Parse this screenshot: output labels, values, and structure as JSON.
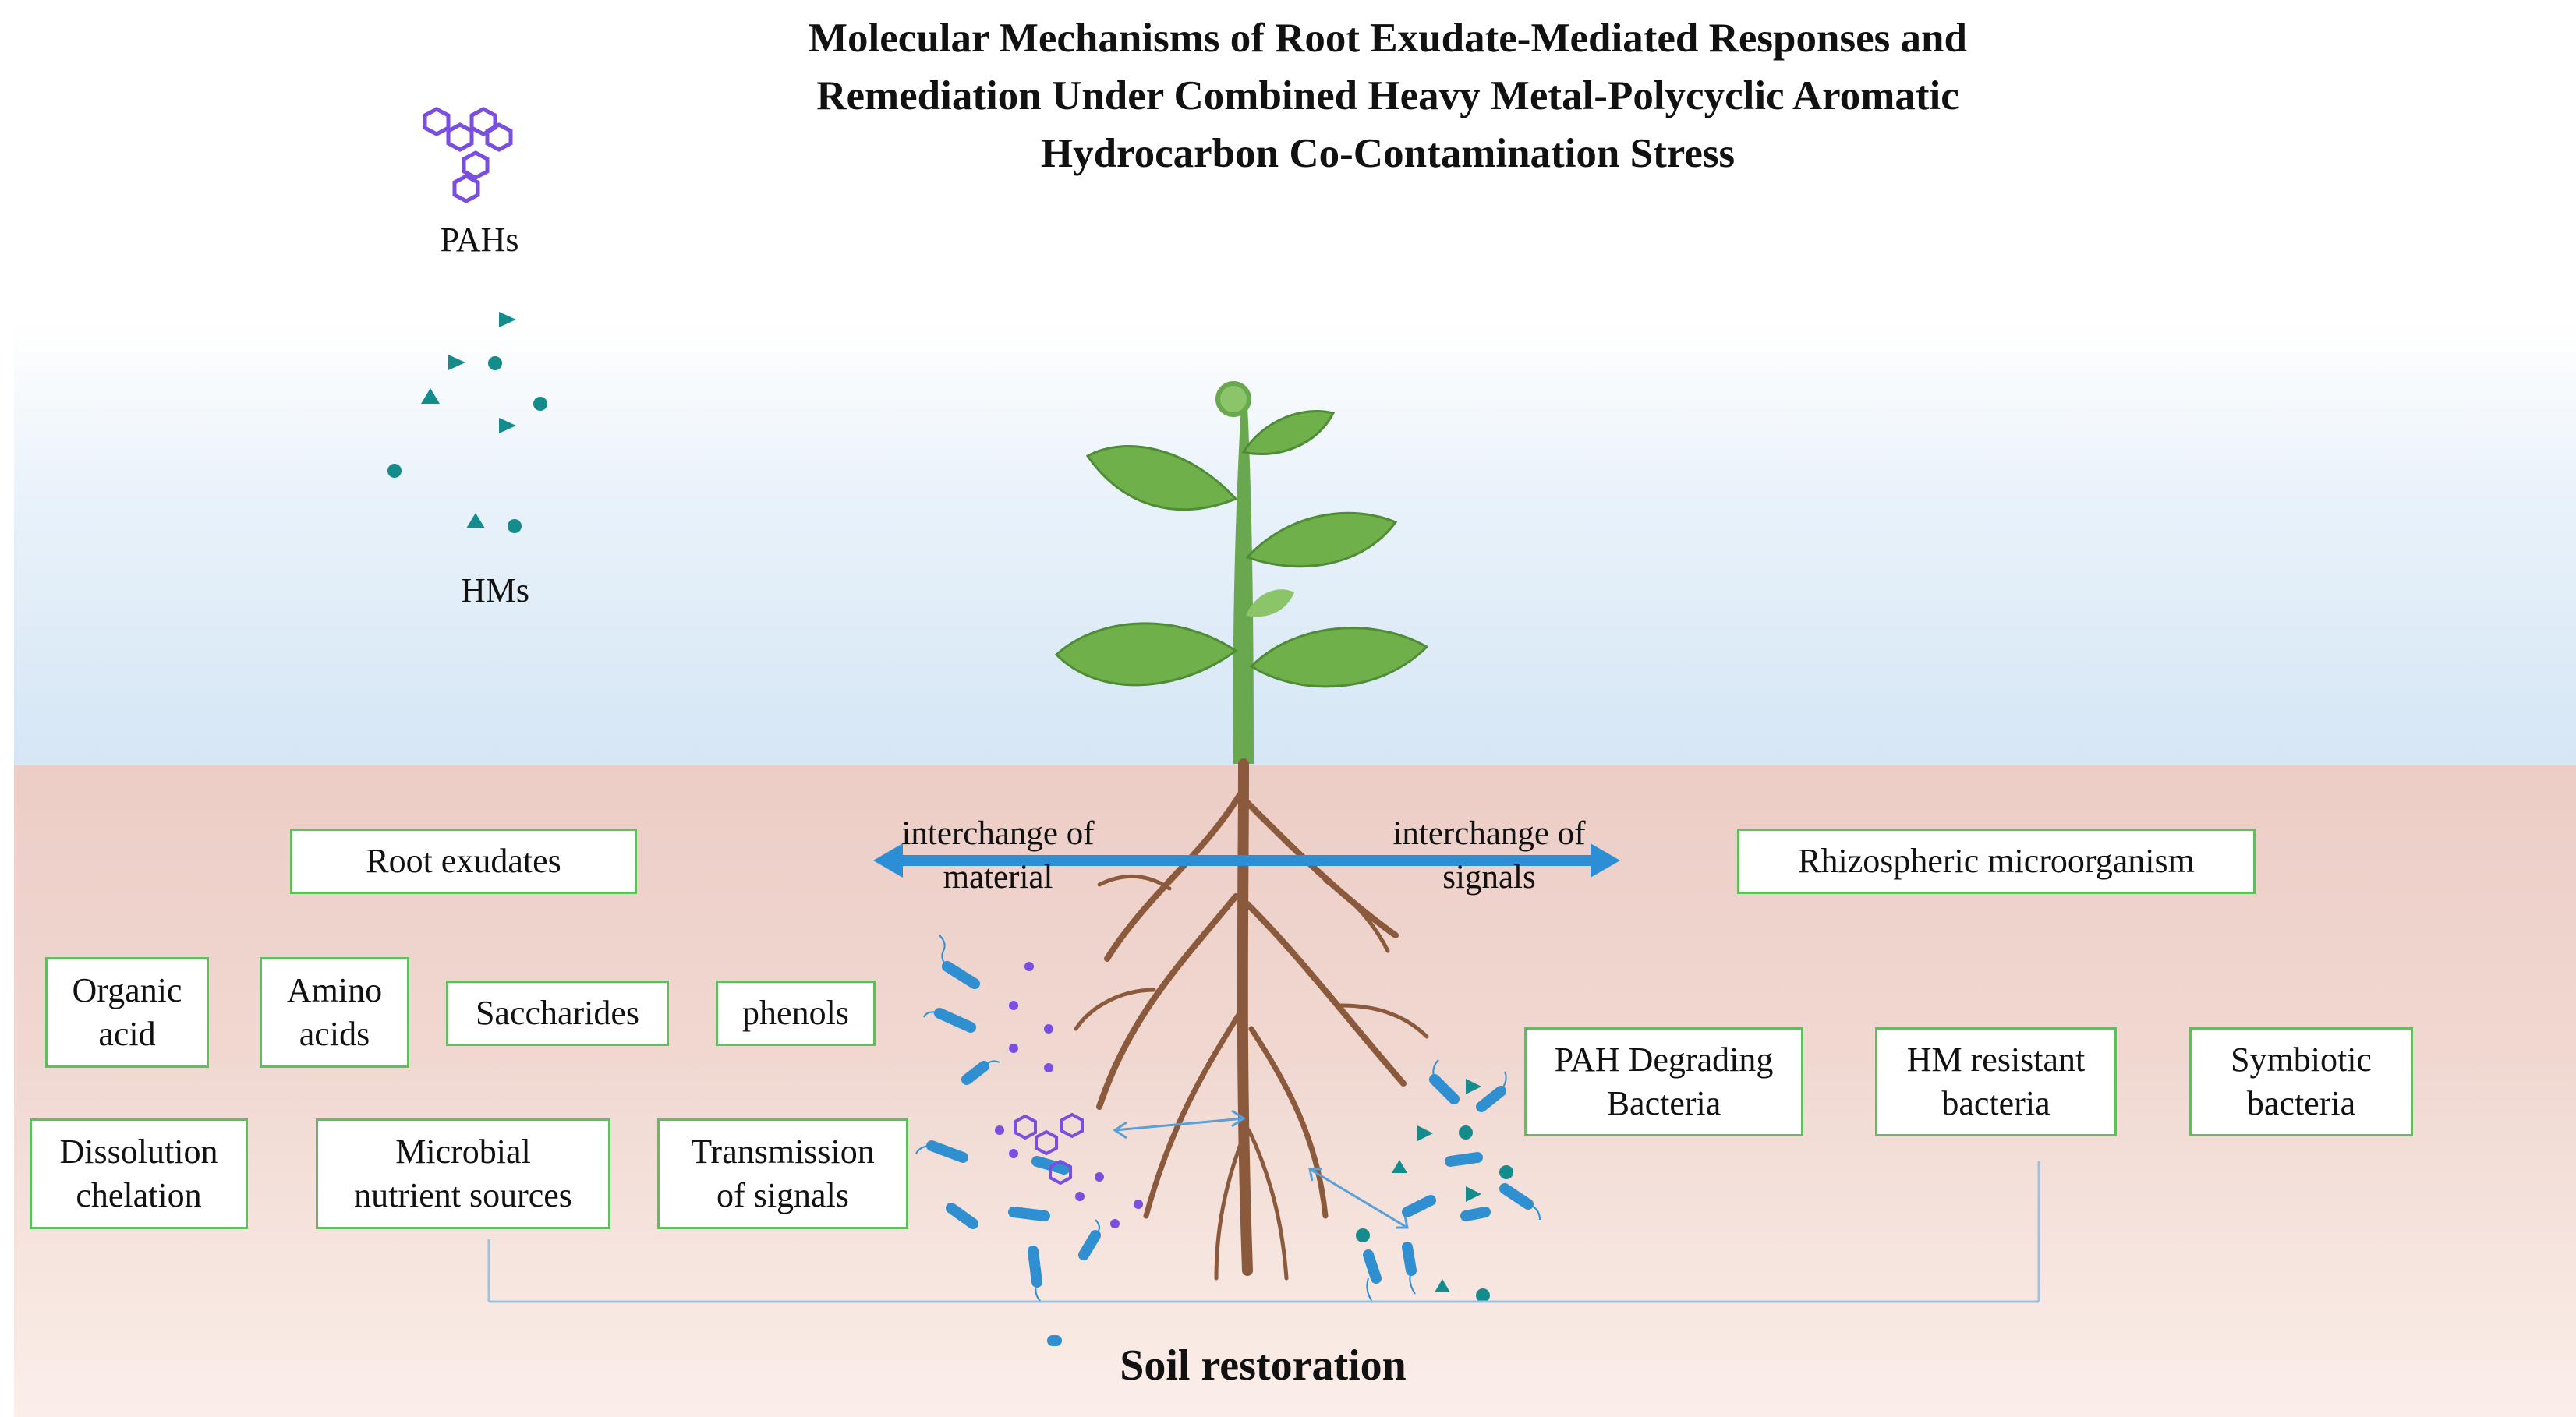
{
  "title_lines": [
    "Molecular Mechanisms of Root Exudate-Mediated Responses and",
    "Remediation Under Combined Heavy Metal-Polycyclic Aromatic",
    "Hydrocarbon Co-Contamination Stress"
  ],
  "legend": {
    "pahs_label": "PAHs",
    "hms_label": "HMs"
  },
  "arrow": {
    "left_line1": "interchange of",
    "left_line2": "material",
    "right_line1": "interchange of",
    "right_line2": "signals"
  },
  "boxes": {
    "root_exudates": "Root exudates",
    "rhizospheric": "Rhizospheric microorganism",
    "organic_acid": [
      "Organic",
      "acid"
    ],
    "amino_acids": [
      "Amino",
      "acids"
    ],
    "saccharides": "Saccharides",
    "phenols": "phenols",
    "dissolution": [
      "Dissolution",
      "chelation"
    ],
    "microbial_nutrient": [
      "Microbial",
      "nutrient sources"
    ],
    "transmission": [
      "Transmission",
      "of signals"
    ],
    "pah_degrading": [
      "PAH Degrading",
      "Bacteria"
    ],
    "hm_resistant": [
      "HM resistant",
      "bacteria"
    ],
    "symbiotic": [
      "Symbiotic",
      "bacteria"
    ]
  },
  "footer": "Soil restoration",
  "colors": {
    "box_border": "#5fbf5f",
    "arrow": "#2c8fd6",
    "stem": "#6aa84f",
    "leaf": "#6fb04a",
    "root": "#8b5a3c",
    "bacteria": "#2f8fd0",
    "pah_molecule": "#7a4fe0",
    "heavy_metal": "#148c8c",
    "connector": "#9cc3de"
  }
}
